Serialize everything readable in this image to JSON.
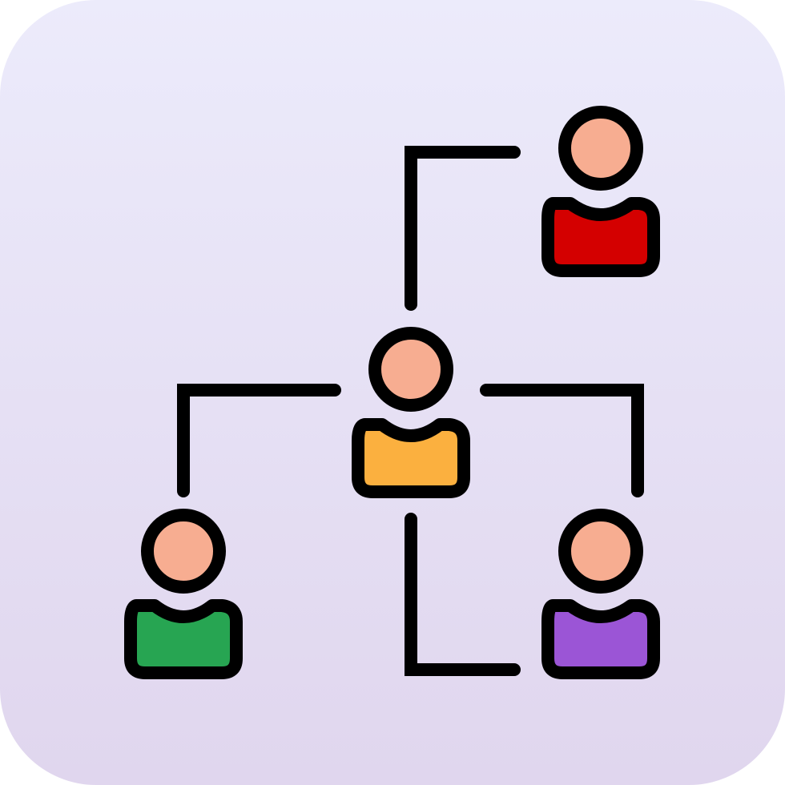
{
  "icon": {
    "name": "organization-hierarchy-icon",
    "background_gradient": [
      "#ecebfb",
      "#e0d6ee"
    ],
    "stroke_color": "#000000",
    "skin_color": "#f7ad91"
  },
  "people": [
    {
      "role": "center",
      "shirt_color": "#fbb03f"
    },
    {
      "role": "top-right",
      "shirt_color": "#d40000"
    },
    {
      "role": "bottom-left",
      "shirt_color": "#27a552"
    },
    {
      "role": "bottom-right",
      "shirt_color": "#9b55d6"
    }
  ]
}
